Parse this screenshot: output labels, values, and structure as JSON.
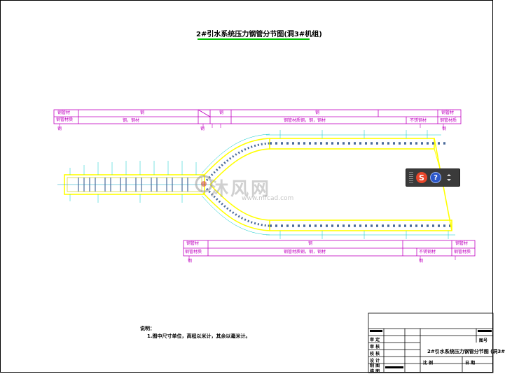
{
  "drawing": {
    "title": "2#引水系统压力钢管分节图(洞3#机组)",
    "top_table": {
      "row1_left": "钢管材",
      "row2_left": "钢管材质",
      "cell_a": "钢",
      "cell_b": "钢",
      "cell_c": "钢",
      "cell_d": "钢管材",
      "row2_a": "钢，钢材",
      "row2_b": "钢管材质钢，钢，钢材",
      "row2_c": "不锈钢材",
      "row2_d": "钢管材质",
      "under_left": "钢",
      "under_mid": "钢",
      "under_right": "钢"
    },
    "bottom_table": {
      "row1_left": "钢管材",
      "row2_left": "钢管材质",
      "cell_a": "钢",
      "row2_a": "钢管材质钢，钢，钢材",
      "row2_b": "不锈钢材",
      "cell_r": "钢管材",
      "row2_r": "钢管材质",
      "under_left": "钢",
      "under_right": "钢"
    },
    "notes_heading": "说明：",
    "note_1": "1.图中尺寸单位，高程以米计，其余以毫米计。"
  },
  "title_block": {
    "drawing_name": "2#引水系统压力钢管分节图 (洞3#",
    "row_labels": [
      "审 定",
      "审 核",
      "校 核",
      "设 计",
      "制 图",
      "描 图"
    ],
    "scale_label": "比 例",
    "date_label": "日 期",
    "field_right": "图号"
  },
  "watermark": {
    "text": "沐风网",
    "url": "www.mfcad.com"
  },
  "ime_toolbar": {
    "s_label": "S",
    "help_label": "?"
  },
  "colors": {
    "frame": "#000000",
    "table": "#c000c0",
    "pipe_wall": "#ffff00",
    "pipe_axis": "#00a0c0",
    "segment_marks": "#00c8c8",
    "title_underline": "#00c000"
  }
}
